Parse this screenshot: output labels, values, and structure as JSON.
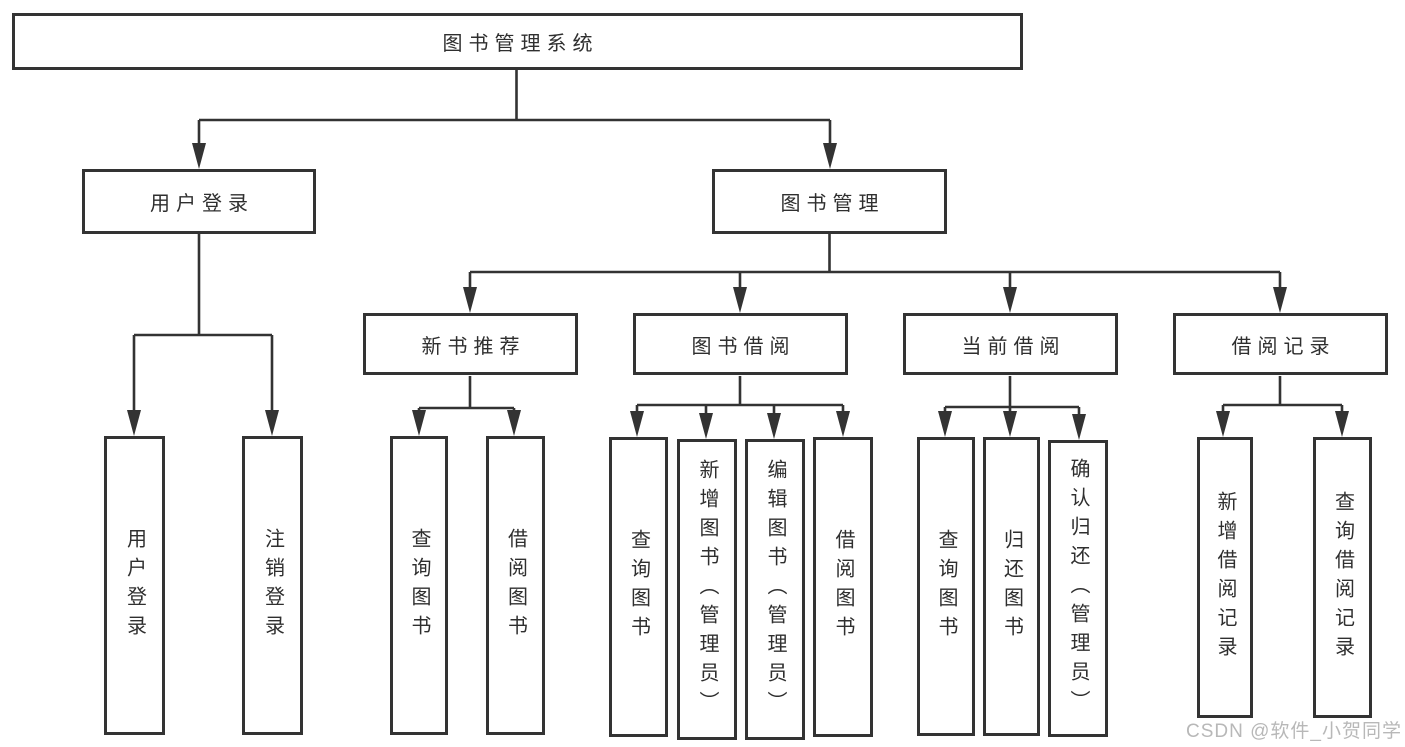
{
  "diagram": {
    "root": "图书管理系统",
    "user_login": {
      "label": "用户登录",
      "children": [
        "用户登录",
        "注销登录"
      ]
    },
    "book_management": {
      "label": "图书管理"
    },
    "new_book": {
      "label": "新书推荐",
      "children": [
        "查询图书",
        "借阅图书"
      ]
    },
    "book_borrow": {
      "label": "图书借阅",
      "children": [
        "查询图书",
        "新增图书（管理员）",
        "编辑图书（管理员）",
        "借阅图书"
      ]
    },
    "current_borrow": {
      "label": "当前借阅",
      "children": [
        "查询图书",
        "归还图书",
        "确认归还（管理员）"
      ]
    },
    "borrow_record": {
      "label": "借阅记录",
      "children": [
        "新增借阅记录",
        "查询借阅记录"
      ]
    }
  },
  "watermark": "CSDN @软件_小贺同学",
  "colors": {
    "line": "#333333",
    "text": "#2f2f2f",
    "watermark": "#b8b8b8",
    "background": "#ffffff"
  }
}
